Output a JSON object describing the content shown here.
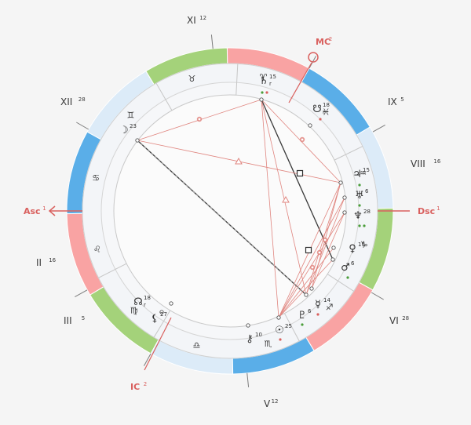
{
  "colors": {
    "fire": "#f9a3a3",
    "earth": "#a4d27a",
    "air": "#dcebf8",
    "water": "#5aaee8",
    "angle": "#d9605e",
    "aspect_hard": "#3a3a3a",
    "aspect_red": "#e0857f",
    "dot_green": "#4a9d3a",
    "dot_red": "#d9605e"
  },
  "signs": [
    {
      "name": "aries",
      "glyph": "♈",
      "element": "fire"
    },
    {
      "name": "taurus",
      "glyph": "♉",
      "element": "earth"
    },
    {
      "name": "gemini",
      "glyph": "♊",
      "element": "air"
    },
    {
      "name": "cancer",
      "glyph": "♋",
      "element": "water"
    },
    {
      "name": "leo",
      "glyph": "♌",
      "element": "fire"
    },
    {
      "name": "virgo",
      "glyph": "♍",
      "element": "earth"
    },
    {
      "name": "libra",
      "glyph": "♎",
      "element": "air"
    },
    {
      "name": "scorpio",
      "glyph": "♏",
      "element": "water"
    },
    {
      "name": "sagittarius",
      "glyph": "♐",
      "element": "fire"
    },
    {
      "name": "capricorn",
      "glyph": "♑",
      "element": "earth"
    },
    {
      "name": "aquarius",
      "glyph": "♒",
      "element": "air"
    },
    {
      "name": "pisces",
      "glyph": "♓",
      "element": "water"
    }
  ],
  "houses": [
    {
      "label": "II",
      "deg": "16"
    },
    {
      "label": "III",
      "deg": "5"
    },
    {
      "label": "V",
      "deg": "12"
    },
    {
      "label": "VI",
      "deg": "28"
    },
    {
      "label": "VIII",
      "deg": "16"
    },
    {
      "label": "IX",
      "deg": "5"
    },
    {
      "label": "XI",
      "deg": "12"
    },
    {
      "label": "XII",
      "deg": "28"
    }
  ],
  "angles": [
    {
      "label": "Asc",
      "deg": "1"
    },
    {
      "label": "MC",
      "deg": "2"
    },
    {
      "label": "Dsc",
      "deg": "1"
    },
    {
      "label": "IC",
      "deg": "2"
    }
  ],
  "planets": [
    {
      "name": "saturn",
      "glyph": "♄",
      "deg": "15",
      "retro": "r"
    },
    {
      "name": "south-node",
      "glyph": "☋",
      "deg": "18",
      "retro": "r"
    },
    {
      "name": "moon",
      "glyph": "☽",
      "deg": "23",
      "retro": ""
    },
    {
      "name": "jupiter",
      "glyph": "♃",
      "deg": "15",
      "retro": ""
    },
    {
      "name": "uranus",
      "glyph": "♅",
      "deg": "6",
      "retro": ""
    },
    {
      "name": "neptune",
      "glyph": "♆",
      "deg": "28",
      "retro": ""
    },
    {
      "name": "venus",
      "glyph": "♀",
      "deg": "11",
      "retro": ""
    },
    {
      "name": "mars",
      "glyph": "♂",
      "deg": "6",
      "retro": ""
    },
    {
      "name": "mercury",
      "glyph": "☿",
      "deg": "14",
      "retro": ""
    },
    {
      "name": "pluto",
      "glyph": "♇",
      "deg": "6",
      "retro": ""
    },
    {
      "name": "sun",
      "glyph": "☉",
      "deg": "25",
      "retro": ""
    },
    {
      "name": "chiron",
      "glyph": "⚷",
      "deg": "10",
      "retro": ""
    },
    {
      "name": "north-node",
      "glyph": "☊",
      "deg": "18",
      "retro": "r"
    },
    {
      "name": "lilith",
      "glyph": "⚸",
      "deg": "27",
      "retro": ""
    }
  ]
}
